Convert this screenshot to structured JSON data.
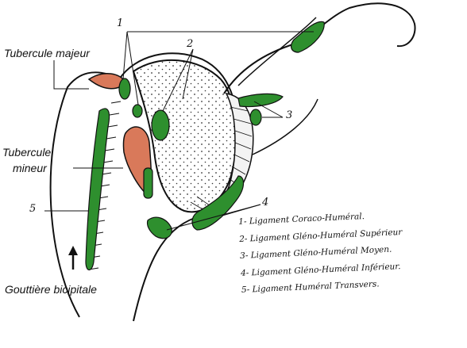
{
  "labels": {
    "tubercule_majeur": "Tubercule majeur",
    "tubercule_mineur_line1": "Tubercule",
    "tubercule_mineur_line2": "mineur",
    "gouttiere_bicipitale": "Gouttière bicipitale",
    "number_1": "1",
    "number_2": "2",
    "number_3": "3",
    "number_4": "4",
    "number_5": "5"
  },
  "legend": [
    "1- Ligament Coraco-Huméral.",
    "2- Ligament Gléno-Huméral Supérieur",
    "3- Ligament Gléno-Huméral Moyen.",
    "4- Ligament Gléno-Huméral Inférieur.",
    "5- Ligament Huméral Transvers."
  ],
  "colors": {
    "ligament": "#2e8f2e",
    "tubercle": "#d9795a",
    "ink": "#111111"
  }
}
